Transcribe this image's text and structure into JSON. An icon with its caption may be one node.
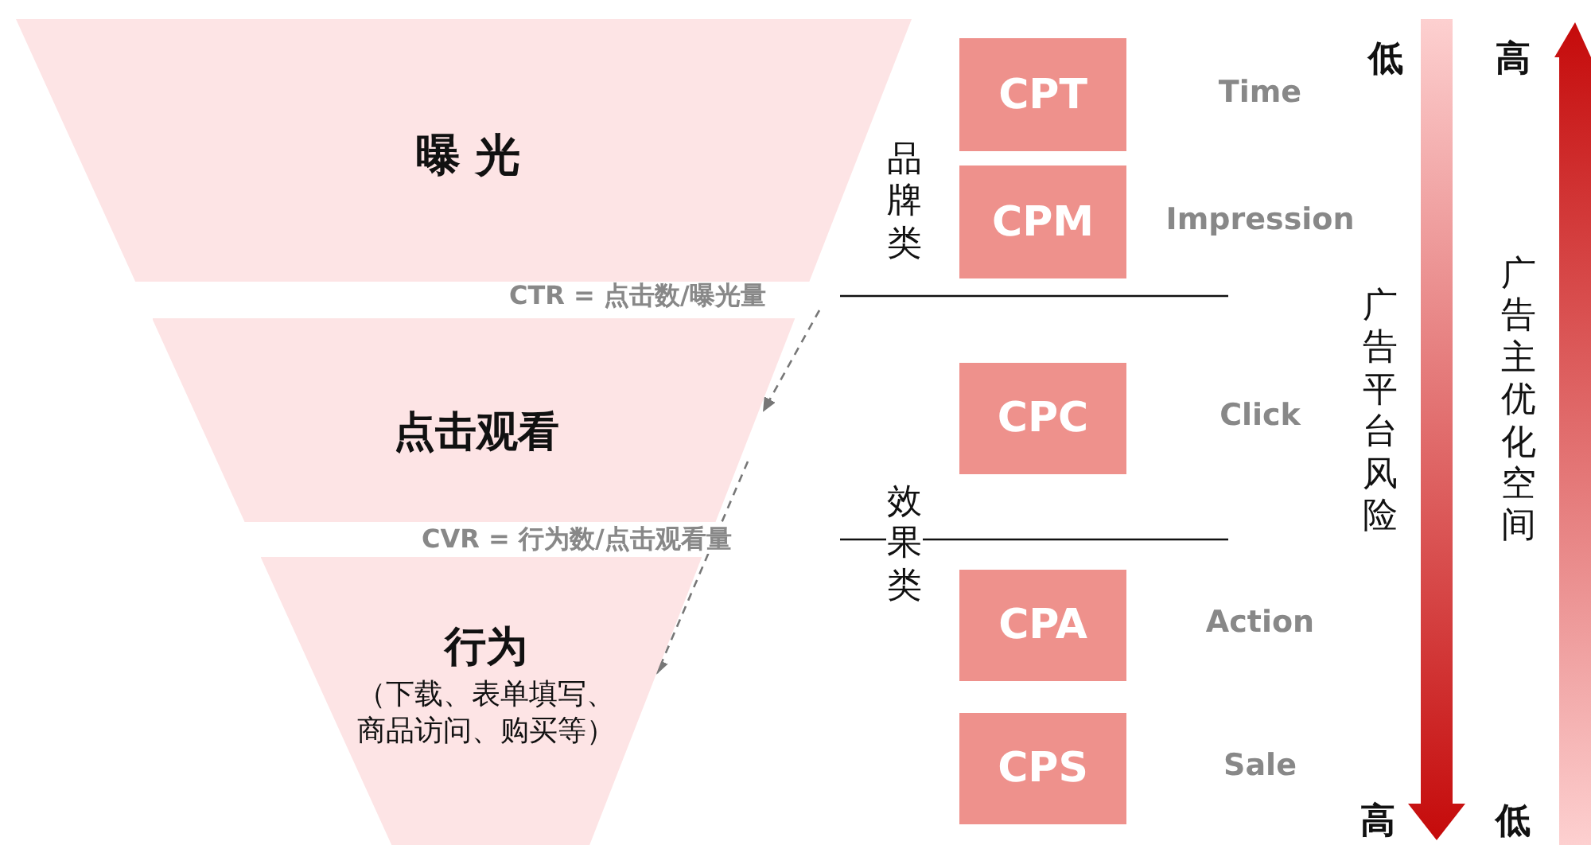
{
  "diagram": {
    "nodes": [
      {
        "text": [
          "曝 光"
        ]
      },
      {
        "text": [
          "点击观看"
        ]
      },
      {
        "text": [
          "行为",
          "（下载、表单填写、商品访问、购买等）"
        ]
      },
      {
        "text": [
          "CPT"
        ],
        "beside": [
          "Time"
        ]
      },
      {
        "text": [
          "CPM"
        ],
        "beside": [
          "Impression"
        ]
      },
      {
        "text": [
          "CPC"
        ],
        "beside": [
          "Click"
        ]
      },
      {
        "text": [
          "CPA"
        ],
        "beside": [
          "Action"
        ]
      },
      {
        "text": [
          "CPS"
        ],
        "beside": [
          "Sale"
        ]
      }
    ],
    "edges": [
      {
        "from": 0,
        "to": 1,
        "arrow": "to",
        "style": "dashed"
      },
      {
        "from": 1,
        "to": 2,
        "arrow": "to",
        "style": "dashed"
      }
    ],
    "labels": [
      "品牌类",
      "CTR = 点击数/曝光量",
      "效果类",
      "CVR = 行为数/点击观看量",
      "低",
      "高",
      "广告平台风险",
      "广告主优化空间",
      "高",
      "低"
    ]
  }
}
